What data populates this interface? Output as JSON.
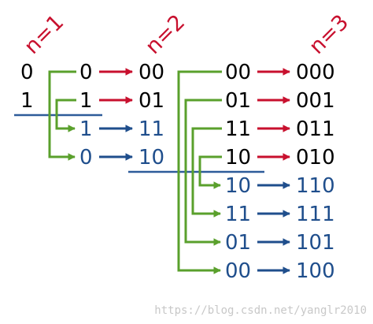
{
  "headers": [
    "n=1",
    "n=2",
    "n=3"
  ],
  "n1": {
    "codes": [
      "0",
      "1"
    ],
    "mirrored": [
      "1",
      "0"
    ]
  },
  "n2": {
    "reflected_input": [
      "0",
      "1",
      "1",
      "0"
    ],
    "codes": [
      "00",
      "01",
      "11",
      "10"
    ],
    "mirrored": [
      "10",
      "11",
      "01",
      "00"
    ]
  },
  "n3": {
    "reflected_input": [
      "00",
      "01",
      "11",
      "10",
      "10",
      "11",
      "01",
      "00"
    ],
    "codes": [
      "000",
      "001",
      "011",
      "010",
      "110",
      "111",
      "101",
      "100"
    ]
  },
  "colors": {
    "header": "#c8102e",
    "original_text": "#000000",
    "mirrored_text": "#1f4e8c",
    "connector_line": "#5aa02c",
    "arrow_prefix_zero": "#c8102e",
    "arrow_prefix_one": "#1f4e8c",
    "mirror_divider": "#2e5c9a"
  },
  "watermark": "https://blog.csdn.net/yanglr2010"
}
